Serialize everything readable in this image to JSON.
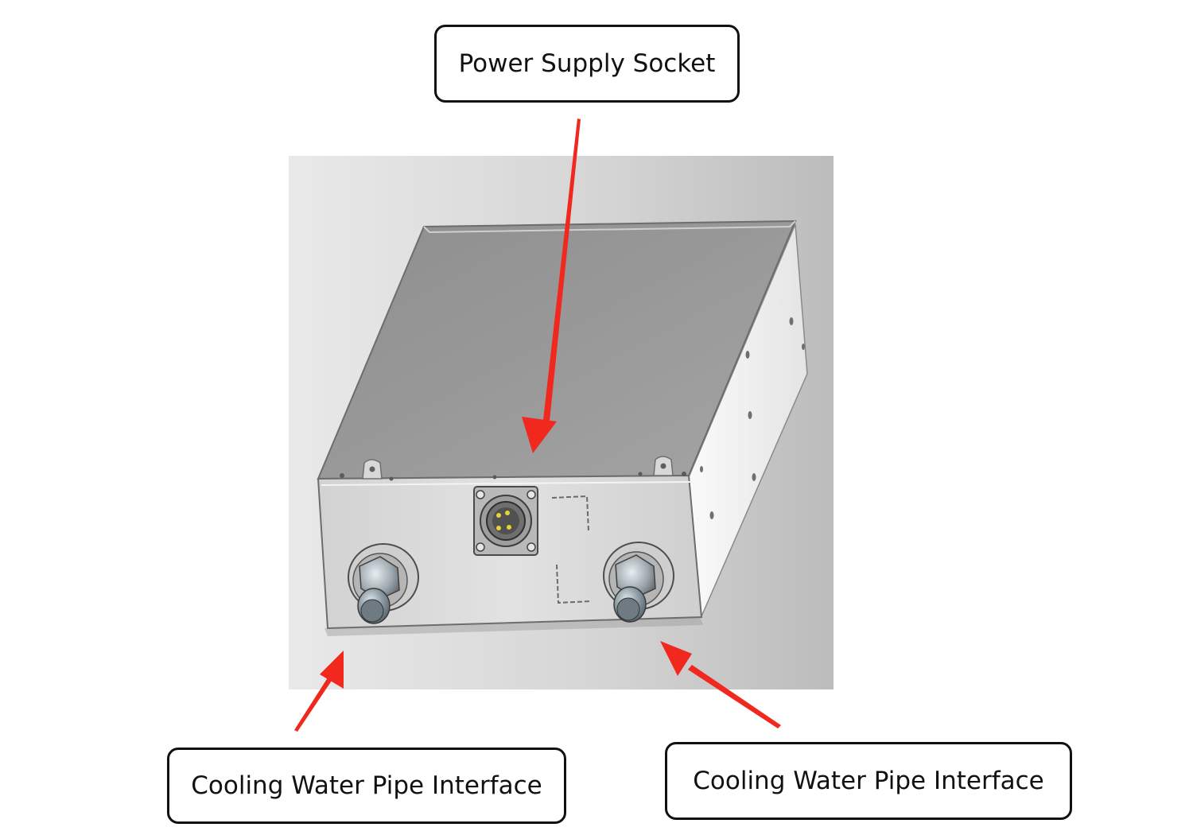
{
  "callouts": {
    "power_supply_socket": "Power Supply Socket",
    "cooling_water_pipe_left": "Cooling Water Pipe Interface",
    "cooling_water_pipe_right": "Cooling Water Pipe Interface"
  },
  "colors": {
    "arrow": "#f0281e",
    "box_top": "#9a9a9a",
    "box_front": "#d9d9d9",
    "box_side": "#f2f2f2",
    "background_panel": "#d0d0d0",
    "connector_pins": "#e6d43a",
    "callout_border": "#111111"
  },
  "icons": {
    "arrows": [
      "arrow-pointing-down-to-socket",
      "arrow-pointing-up-to-left-pipe",
      "arrow-pointing-up-to-right-pipe"
    ]
  }
}
